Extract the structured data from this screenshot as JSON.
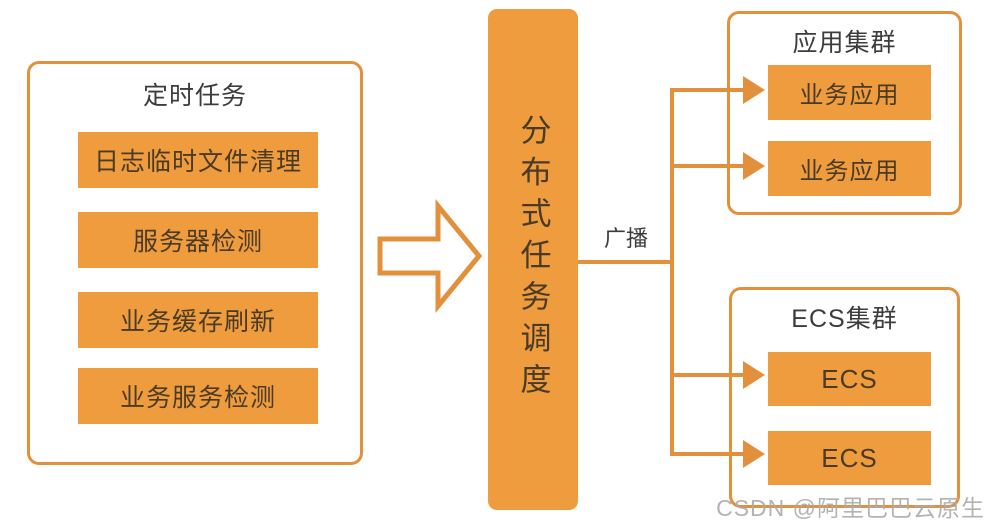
{
  "diagram": {
    "left_group": {
      "title": "定时任务",
      "tasks": [
        "日志临时文件清理",
        "服务器检测",
        "业务缓存刷新",
        "业务服务检测"
      ]
    },
    "scheduler": {
      "label": "分布式任务调度"
    },
    "broadcast": {
      "label": "广播"
    },
    "app_cluster": {
      "title": "应用集群",
      "nodes": [
        "业务应用",
        "业务应用"
      ]
    },
    "ecs_cluster": {
      "title": "ECS集群",
      "nodes": [
        "ECS",
        "ECS"
      ]
    },
    "watermark": {
      "text": "CSDN @阿里巴巴云原生"
    },
    "colors": {
      "orange_fill": "#EE9C3D",
      "orange_border": "#E2903B",
      "text_dark": "#3C3C3C",
      "text_on_orange": "#4A3B26",
      "watermark_gray": "#ABABAB"
    }
  }
}
